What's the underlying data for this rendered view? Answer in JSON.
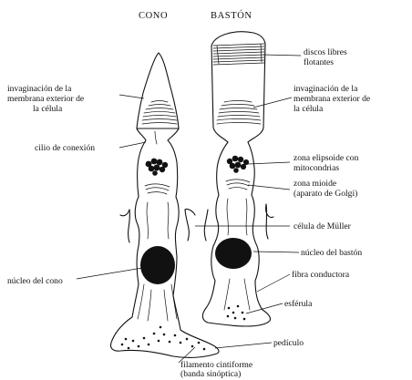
{
  "titles": {
    "cone": "CONO",
    "rod": "BASTÓN"
  },
  "labels_left": {
    "invagination_1": "invaginación de la",
    "invagination_2": "membrana exterior de",
    "invagination_3": "la célula",
    "cilium": "cilio de conexión",
    "cone_nucleus": "núcleo del cono",
    "synaptic_1": "filamento cintiforme",
    "synaptic_2": "(banda sinóptica)"
  },
  "labels_right": {
    "discs_1": "discos libres",
    "discs_2": "flotantes",
    "invagination_1": "invaginación de la",
    "invagination_2": "membrana exterior de",
    "invagination_3": "la célula",
    "ellipsoid_1": "zona elipsoide con",
    "ellipsoid_2": "mitocondrias",
    "myoid_1": "zona mioide",
    "myoid_2": "(aparato de Golgi)",
    "muller": "célula de Müller",
    "rod_nucleus": "núcleo del bastón",
    "fiber": "fibra conductora",
    "spherule": "esférula",
    "pedicle": "pedículo"
  }
}
